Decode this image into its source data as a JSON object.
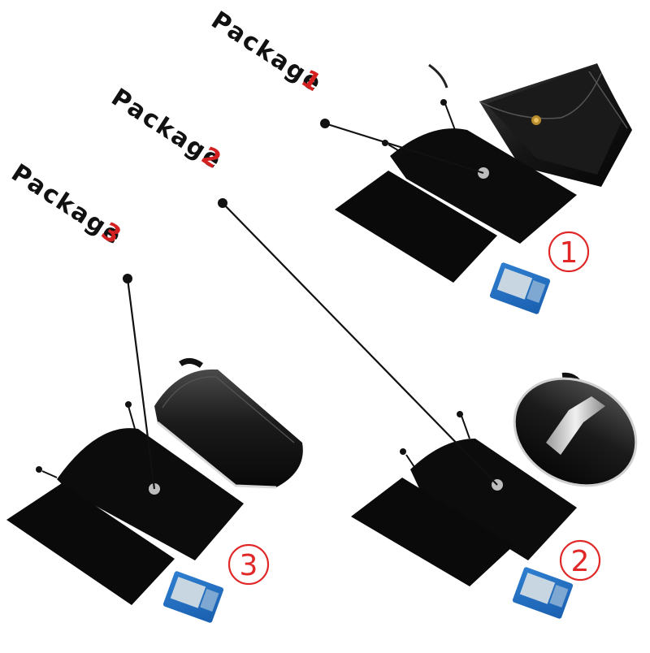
{
  "labels": {
    "pkg1_word": "Package",
    "pkg1_num": "1",
    "pkg2_word": "Package",
    "pkg2_num": "2",
    "pkg3_word": "Package",
    "pkg3_num": "3"
  },
  "markers": {
    "m1": "1",
    "m2": "2",
    "m3": "3"
  },
  "colors": {
    "label_text": "#111111",
    "number_red": "#d42020",
    "marker_red": "#e02828",
    "cloth": "#0a0a0a",
    "leader": "#111111"
  }
}
